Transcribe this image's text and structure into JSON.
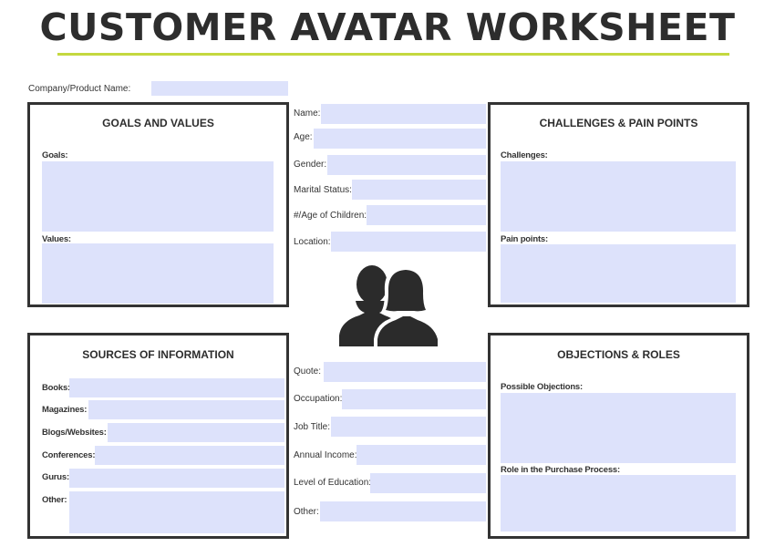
{
  "header": {
    "title": "CUSTOMER AVATAR WORKSHEET",
    "company_label": "Company/Product Name:",
    "company_value": ""
  },
  "goals_values": {
    "title": "GOALS AND VALUES",
    "goals_label": "Goals:",
    "values_label": "Values:"
  },
  "challenges": {
    "title": "CHALLENGES & PAIN POINTS",
    "challenges_label": "Challenges:",
    "pain_points_label": "Pain points:"
  },
  "sources": {
    "title": "SOURCES OF INFORMATION",
    "books_label": "Books:",
    "magazines_label": "Magazines:",
    "blogs_label": "Blogs/Websites:",
    "conferences_label": "Conferences:",
    "gurus_label": "Gurus:",
    "other_label": "Other:"
  },
  "objections": {
    "title": "OBJECTIONS & ROLES",
    "objections_label": "Possible Objections:",
    "role_label": "Role in the Purchase Process:"
  },
  "demographics": {
    "name_label": "Name:",
    "age_label": "Age:",
    "gender_label": "Gender:",
    "marital_label": "Marital Status:",
    "children_label": "#/Age of Children:",
    "location_label": "Location:"
  },
  "profile": {
    "quote_label": "Quote:",
    "occupation_label": "Occupation:",
    "job_title_label": "Job Title:",
    "income_label": "Annual Income:",
    "education_label": "Level of Education:",
    "other_label": "Other:"
  },
  "colors": {
    "accent_underline": "#c4d83f",
    "field_fill": "#dde2fb",
    "panel_border": "#333333"
  },
  "icons": {
    "avatar": "two-people-silhouette-icon"
  }
}
